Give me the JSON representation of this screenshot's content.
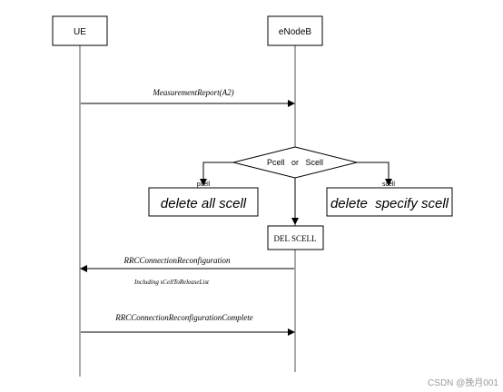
{
  "entities": {
    "ue": "UE",
    "enodeb": "eNodeB"
  },
  "messages": {
    "measurement_report": "MeasurementReport(A2)",
    "rrc_reconfig": "RRCConnectionReconfiguration",
    "rrc_reconfig_note": "Including sCellToReleaseList",
    "rrc_reconfig_complete": "RRCConnectionReconfigurationComplete"
  },
  "decision": {
    "label": "Pcell   or   Scell",
    "branch_left": "pcell",
    "branch_right": "scell"
  },
  "actions": {
    "delete_all": "delete all scell",
    "delete_specify": "delete  specify scell",
    "del_scell": "DEL SCELL"
  },
  "watermark": "CSDN @挽月001",
  "colors": {
    "line": "#000000",
    "lifeline": "#555555",
    "box_border": "#000000",
    "watermark": "#999999"
  }
}
